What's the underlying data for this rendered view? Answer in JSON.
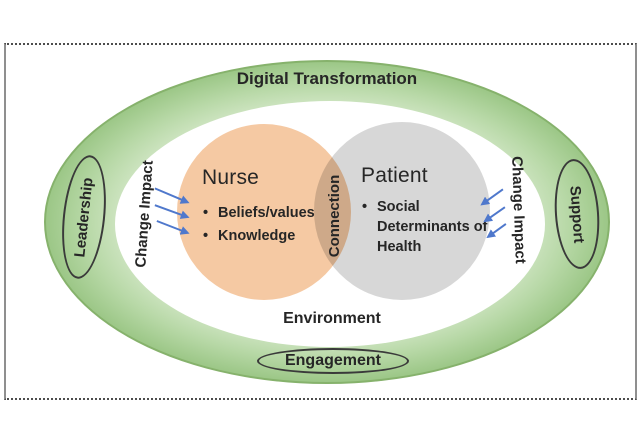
{
  "diagram": {
    "outer_band_label": "Digital Transformation",
    "environment_label": "Environment",
    "overlap_label": "Connection",
    "badges": {
      "left": "Leadership",
      "right": "Support",
      "bottom": "Engagement"
    },
    "change_impact_left": "Change Impact",
    "change_impact_right": "Change Impact",
    "nurse": {
      "title": "Nurse",
      "bullets": [
        "Beliefs/values",
        "Knowledge"
      ]
    },
    "patient": {
      "title": "Patient",
      "bullets": [
        "Social Determinants of Health"
      ]
    },
    "colors": {
      "band_green": "#b7d8a6",
      "band_edge": "#86b26c",
      "nurse_orange": "#f5c9a3",
      "patient_gray": "#d7d7d7",
      "overlap_brown": "#cda989",
      "arrow_blue": "#4f78cc",
      "outline_dark": "#3a3a3a",
      "text_dark": "#262626"
    }
  }
}
